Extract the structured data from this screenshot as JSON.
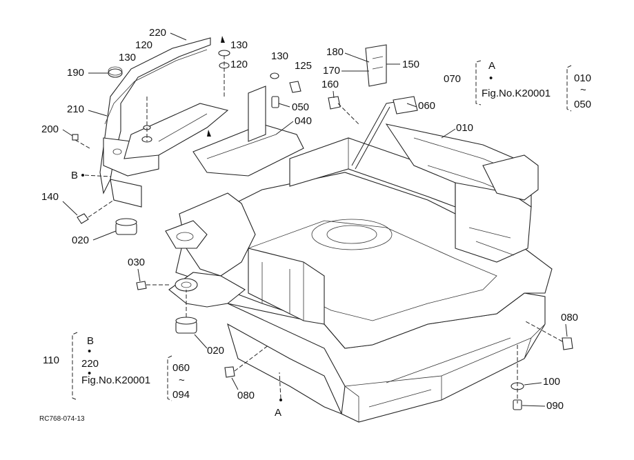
{
  "diagram": {
    "callouts": [
      {
        "name": "callout-220-top",
        "text": "220"
      },
      {
        "name": "callout-130-left",
        "text": "130"
      },
      {
        "name": "callout-120-left",
        "text": "120"
      },
      {
        "name": "callout-190",
        "text": "190"
      },
      {
        "name": "callout-210",
        "text": "210"
      },
      {
        "name": "callout-200",
        "text": "200"
      },
      {
        "name": "callout-140",
        "text": "140"
      },
      {
        "name": "callout-020-upper",
        "text": "020"
      },
      {
        "name": "callout-030",
        "text": "030"
      },
      {
        "name": "callout-020-lower",
        "text": "020"
      },
      {
        "name": "callout-130-mid",
        "text": "130"
      },
      {
        "name": "callout-120-mid",
        "text": "120"
      },
      {
        "name": "callout-130-right",
        "text": "130"
      },
      {
        "name": "callout-125",
        "text": "125"
      },
      {
        "name": "callout-050",
        "text": "050"
      },
      {
        "name": "callout-040",
        "text": "040"
      },
      {
        "name": "callout-180",
        "text": "180"
      },
      {
        "name": "callout-170",
        "text": "170"
      },
      {
        "name": "callout-150",
        "text": "150"
      },
      {
        "name": "callout-160",
        "text": "160"
      },
      {
        "name": "callout-060",
        "text": "060"
      },
      {
        "name": "callout-070",
        "text": "070"
      },
      {
        "name": "callout-010",
        "text": "010"
      },
      {
        "name": "callout-080-right",
        "text": "080"
      },
      {
        "name": "callout-100",
        "text": "100"
      },
      {
        "name": "callout-090",
        "text": "090"
      },
      {
        "name": "callout-080-bottom",
        "text": "080"
      },
      {
        "name": "callout-110",
        "text": "110"
      }
    ],
    "marker_b": "B",
    "marker_a": "A",
    "ref_a": {
      "letter": "A",
      "dot": "•",
      "fig": "Fig.No.K20001",
      "range_top": "010",
      "range_sep": "~",
      "range_bottom": "050"
    },
    "ref_b": {
      "letter": "B",
      "dot": "•",
      "part": "220",
      "fig": "Fig.No.K20001",
      "range_top": "060",
      "range_sep": "~",
      "range_bottom": "094"
    },
    "drawing_code": "RC768-074-13"
  }
}
